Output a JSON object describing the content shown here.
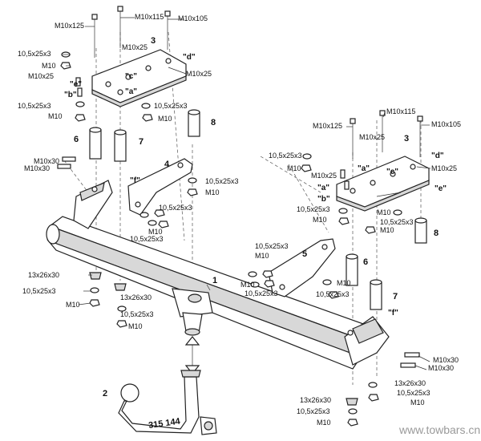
{
  "watermark": "www.towbars.cn",
  "part_numbers": {
    "drawbar": "1",
    "tow_ball": "2",
    "plate": "3",
    "bracket_left": "4",
    "bracket_right": "5",
    "spacer_6": "6",
    "spacer_7": "7",
    "spacer_8": "8"
  },
  "ball_marking": "315 144",
  "letters": {
    "c": "\"c\"",
    "d": "\"d\"",
    "e": "\"e\"",
    "b": "\"b\"",
    "a": "\"a\"",
    "f": "\"f\""
  },
  "specs": {
    "m10x125": "M10x125",
    "m10x115": "M10x115",
    "m10x105": "M10x105",
    "m10x25": "M10x25",
    "m10x30": "M10x30",
    "m10": "M10",
    "washer": "10,5x25x3",
    "washer_large": "13x26x30"
  }
}
